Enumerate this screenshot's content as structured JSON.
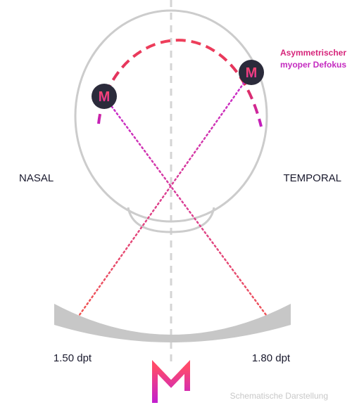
{
  "labels": {
    "nasal": "NASAL",
    "temporal": "TEMPORAL",
    "annotation_line1": "Asymmetrischer",
    "annotation_line2": "myoper Defokus",
    "left_power": "1.50 dpt",
    "right_power": "1.80 dpt",
    "caption": "Schematische Darstellung"
  },
  "markers": {
    "left": "M",
    "right": "M"
  },
  "icons": {
    "logo": "m-logo-icon"
  },
  "colors": {
    "eye_outline": "#cccccc",
    "axis_dash": "#d4d4d4",
    "defocus_red": "#ee3e5a",
    "defocus_magenta": "#c21fc2",
    "ray_magenta": "#cc33cc",
    "ray_red": "#f05050",
    "lens": "#c7c7c7",
    "marker_bg": "#2b2b3b",
    "marker_fg": "#ff3d8a",
    "text": "#1a1a2e",
    "caption": "#c8c8c8"
  }
}
